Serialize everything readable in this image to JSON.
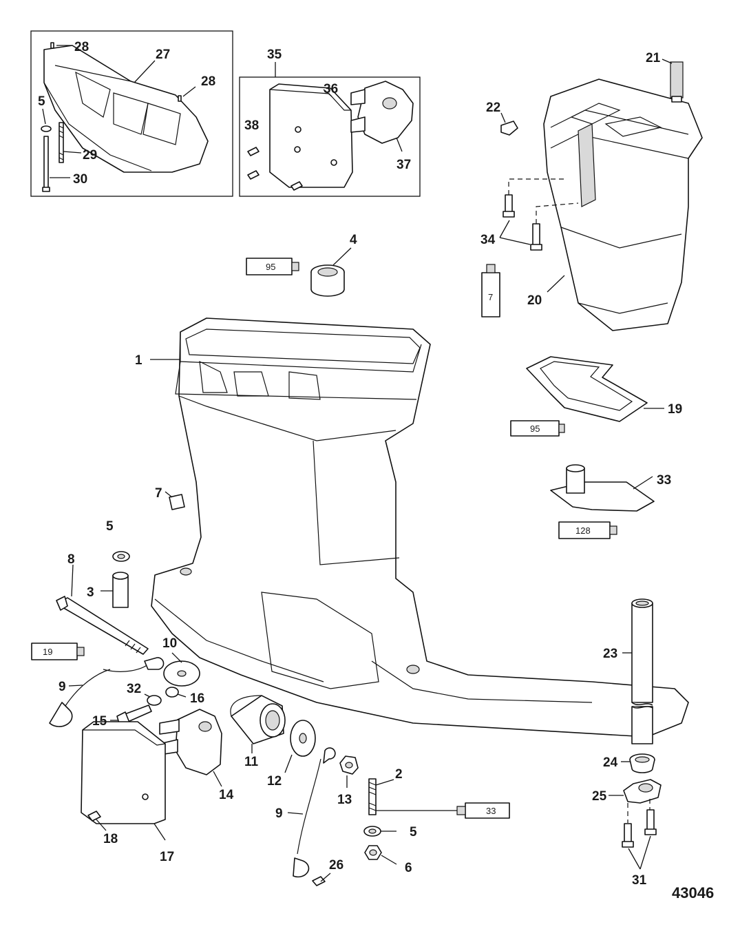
{
  "figure_id": "43046",
  "callouts": {
    "c1": "1",
    "c2": "2",
    "c3": "3",
    "c4": "4",
    "c5a": "5",
    "c5b": "5",
    "c5c": "5",
    "c6": "6",
    "c7": "7",
    "c8": "8",
    "c9a": "9",
    "c9b": "9",
    "c10": "10",
    "c11": "11",
    "c12": "12",
    "c13": "13",
    "c14": "14",
    "c15": "15",
    "c16": "16",
    "c17": "17",
    "c18": "18",
    "c19": "19",
    "c20": "20",
    "c21": "21",
    "c22": "22",
    "c23": "23",
    "c24": "24",
    "c25": "25",
    "c26": "26",
    "c27": "27",
    "c28a": "28",
    "c28b": "28",
    "c29": "29",
    "c30": "30",
    "c31": "31",
    "c32": "32",
    "c33": "33",
    "c34": "34",
    "c35": "35",
    "c36": "36",
    "c37": "37",
    "c38": "38"
  },
  "tubes": {
    "t95a": "95",
    "t95b": "95",
    "t7": "7",
    "t128": "128",
    "t19": "19",
    "t33": "33"
  }
}
